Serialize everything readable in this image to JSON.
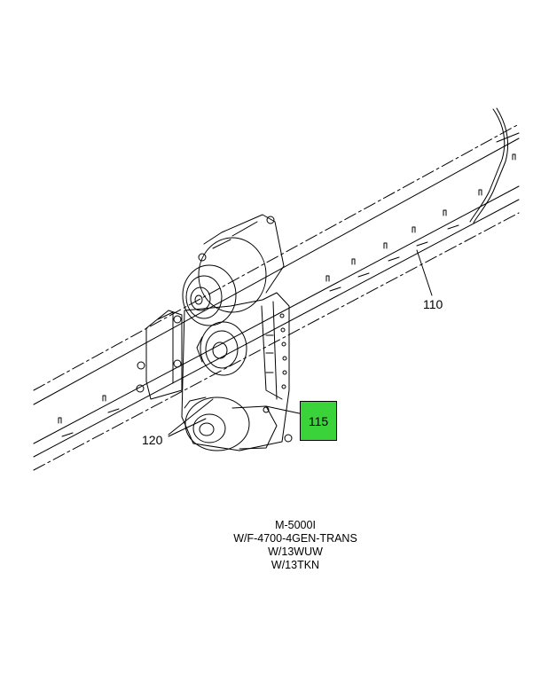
{
  "callouts": {
    "label_110": "110",
    "label_115": "115",
    "label_120": "120"
  },
  "highlight_color": "#3ad43a",
  "caption": {
    "line1": "M-5000I",
    "line2": "W/F-4700-4GEN-TRANS",
    "line3": "W/13WUW",
    "line4": "W/13TKN"
  }
}
